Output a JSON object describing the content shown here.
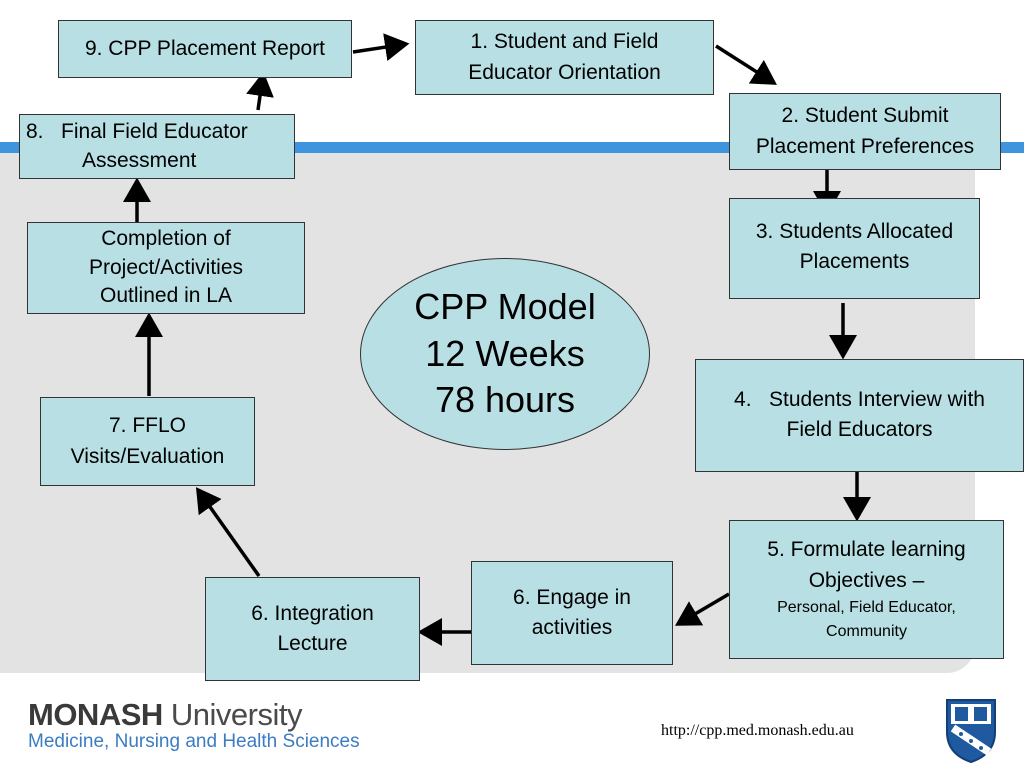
{
  "diagram": {
    "steps": [
      {
        "id": "step-1",
        "lines": [
          "1. Student and Field",
          "Educator Orientation"
        ]
      },
      {
        "id": "step-2",
        "lines": [
          "2. Student Submit",
          "Placement Preferences"
        ]
      },
      {
        "id": "step-3",
        "lines": [
          "3. Students Allocated",
          "Placements"
        ]
      },
      {
        "id": "step-4",
        "lines": [
          "4.   Students Interview with",
          "Field Educators"
        ]
      },
      {
        "id": "step-5",
        "lines": [
          "5. Formulate learning",
          "Objectives –"
        ],
        "sub_lines": [
          "Personal, Field Educator,",
          "Community"
        ]
      },
      {
        "id": "step-6a",
        "lines": [
          "6. Engage in",
          "activities"
        ]
      },
      {
        "id": "step-6b",
        "lines": [
          "6. Integration",
          "Lecture"
        ]
      },
      {
        "id": "step-7",
        "lines": [
          "7. FFLO",
          "Visits/Evaluation"
        ]
      },
      {
        "id": "step-completion",
        "lines": [
          "Completion of",
          "Project/Activities",
          "Outlined in LA"
        ]
      },
      {
        "id": "step-8",
        "lines": [
          "8.   Final Field Educator",
          "Assessment"
        ]
      },
      {
        "id": "step-9",
        "lines": [
          "9. CPP Placement Report"
        ]
      }
    ],
    "center": {
      "lines": [
        "CPP Model",
        "12 Weeks",
        "78 hours"
      ]
    }
  },
  "footer": {
    "logo_bold": "MONASH",
    "logo_rest": " University",
    "logo_subtitle": "Medicine, Nursing and Health Sciences",
    "url": "http://cpp.med.monash.edu.au"
  },
  "colors": {
    "box_fill": "#b8dfe3",
    "stripe": "#3e95dd",
    "panel": "#e3e3e3",
    "brand_blue": "#3b7cc3"
  }
}
